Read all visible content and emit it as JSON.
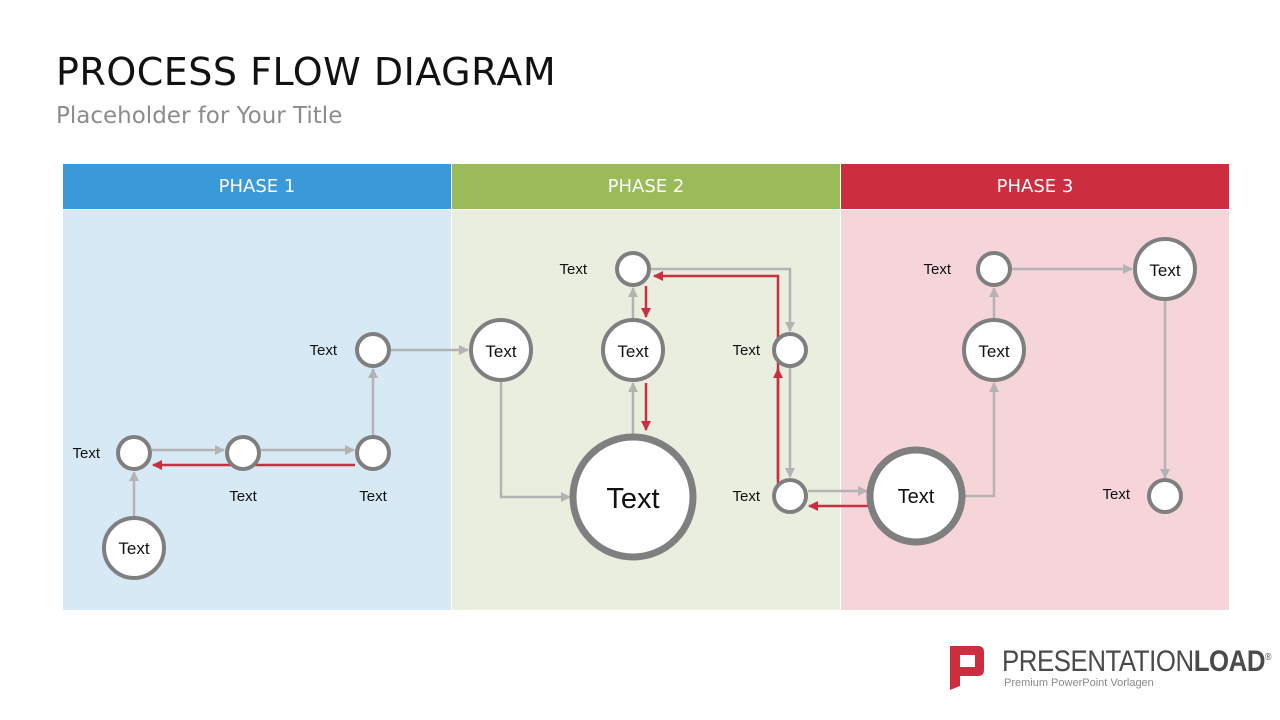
{
  "title": "PROCESS FLOW DIAGRAM",
  "subtitle": "Placeholder  for Your Title",
  "phases": [
    {
      "label": "PHASE 1",
      "header_color": "#3a9ad9",
      "body_color": "#d8e9f6"
    },
    {
      "label": "PHASE 2",
      "header_color": "#9bbb59",
      "body_color": "#eaeedf"
    },
    {
      "label": "PHASE 3",
      "header_color": "#cc2e3f",
      "body_color": "#f6d5da"
    }
  ],
  "colors": {
    "flow_arrow": "#b3b3b3",
    "return_arrow": "#cc2e3f",
    "node_ring": "#7f7f7f",
    "node_fill": "#ffffff"
  },
  "node_label": "Text",
  "nodes": [
    {
      "id": "p1-start",
      "size": "medium",
      "label": "Text",
      "caption": ""
    },
    {
      "id": "p1-a",
      "size": "small",
      "label": "",
      "caption": "Text"
    },
    {
      "id": "p1-b",
      "size": "small",
      "label": "",
      "caption": "Text"
    },
    {
      "id": "p1-c",
      "size": "small",
      "label": "",
      "caption": "Text"
    },
    {
      "id": "p1-d",
      "size": "small",
      "label": "",
      "caption": "Text"
    },
    {
      "id": "p2-a",
      "size": "medium",
      "label": "Text",
      "caption": ""
    },
    {
      "id": "p2-big",
      "size": "large",
      "label": "Text",
      "caption": ""
    },
    {
      "id": "p2-b",
      "size": "medium",
      "label": "Text",
      "caption": ""
    },
    {
      "id": "p2-top",
      "size": "small",
      "label": "",
      "caption": "Text"
    },
    {
      "id": "p2-right-top",
      "size": "small",
      "label": "",
      "caption": "Text"
    },
    {
      "id": "p2-right-bottom",
      "size": "small",
      "label": "",
      "caption": "Text"
    },
    {
      "id": "p3-big",
      "size": "large-medium",
      "label": "Text",
      "caption": ""
    },
    {
      "id": "p3-mid",
      "size": "medium",
      "label": "Text",
      "caption": ""
    },
    {
      "id": "p3-top-small",
      "size": "small",
      "label": "",
      "caption": "Text"
    },
    {
      "id": "p3-top-right",
      "size": "medium",
      "label": "Text",
      "caption": ""
    },
    {
      "id": "p3-end",
      "size": "small",
      "label": "",
      "caption": "Text"
    }
  ],
  "brand": {
    "name_regular": "PRESENTATION",
    "name_bold": "LOAD",
    "registered": "®",
    "tagline": "Premium PowerPoint Vorlagen",
    "logo_color": "#cc2e3f"
  }
}
